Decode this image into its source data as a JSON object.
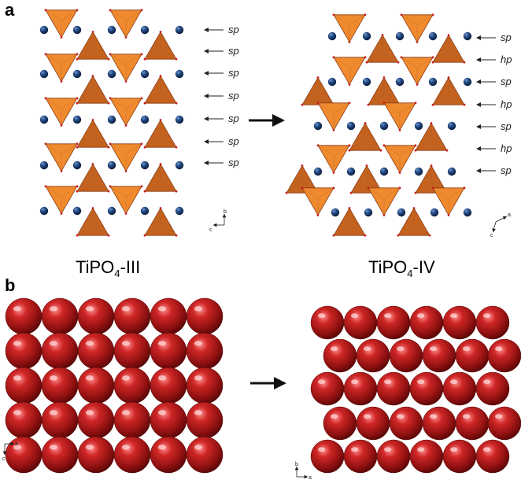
{
  "panel_a": {
    "label": "a",
    "left": {
      "caption_main": "TiPO",
      "caption_sub": "4",
      "caption_suffix": "-III",
      "stacking": [
        "sp",
        "sp",
        "sp",
        "sp",
        "sp",
        "sp",
        "sp"
      ],
      "axis": {
        "vertical": "b",
        "horizontal": "c"
      }
    },
    "right": {
      "caption_main": "TiPO",
      "caption_sub": "4",
      "caption_suffix": "-IV",
      "stacking": [
        "sp",
        "hp",
        "sp",
        "hp",
        "sp",
        "hp",
        "sp"
      ],
      "axis": {
        "vertical": "a",
        "horizontal": "c"
      }
    }
  },
  "panel_b": {
    "label": "b",
    "left": {
      "axis": {
        "vertical": "a",
        "horizontal": "c"
      }
    },
    "right": {
      "axis": {
        "vertical": "b",
        "horizontal": "a"
      }
    }
  },
  "colors": {
    "tetra_light": "#f08a2e",
    "tetra_dark": "#c4621f",
    "ti_atom": "#1d3d6e",
    "sphere": "#9e1515",
    "arrow": "#111111"
  }
}
